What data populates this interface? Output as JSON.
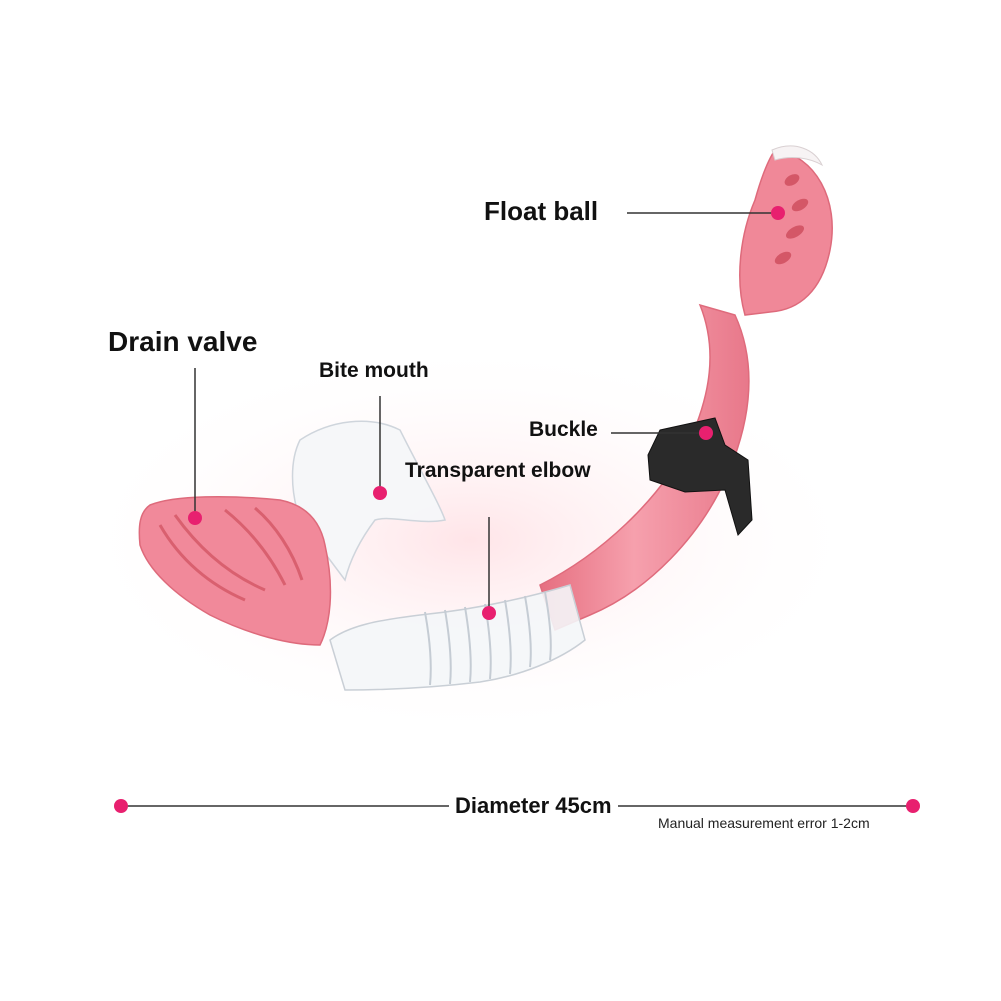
{
  "labels": {
    "float_ball": "Float ball",
    "drain_valve": "Drain valve",
    "bite_mouth": "Bite mouth",
    "buckle": "Buckle",
    "transparent_elbow": "Transparent elbow",
    "diameter": "Diameter 45cm",
    "measurement_note": "Manual measurement error 1-2cm"
  },
  "colors": {
    "snorkel_pink": "#f28a9b",
    "snorkel_pink_dark": "#e5707f",
    "marker": "#e8206f",
    "clip": "#222222",
    "leader_line": "#333333"
  }
}
